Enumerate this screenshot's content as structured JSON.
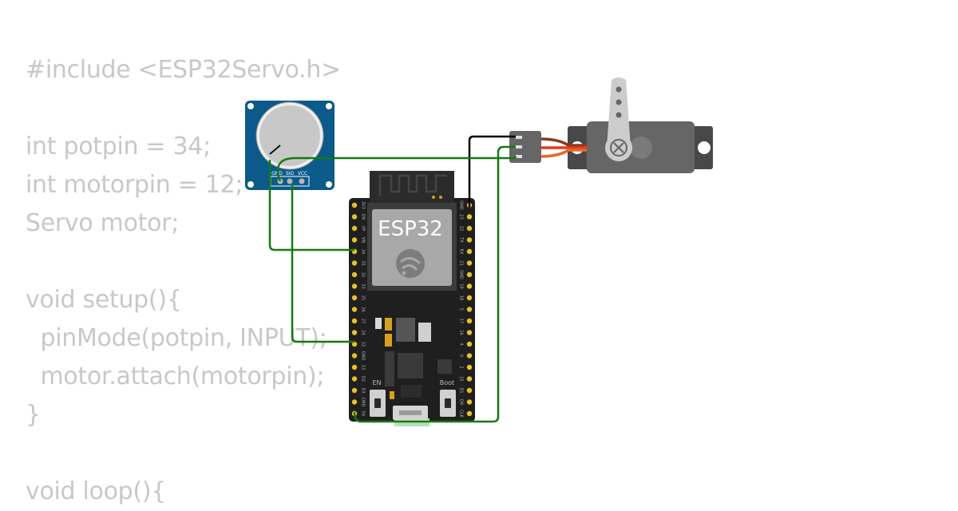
{
  "code": {
    "lines": [
      "#include <ESP32Servo.h>",
      "",
      "int potpin = 34;",
      "int motorpin = 12;",
      "Servo motor;",
      "",
      "void setup(){",
      "  pinMode(potpin, INPUT);",
      "  motor.attach(motorpin);",
      "}",
      "",
      "void loop(){"
    ]
  },
  "potentiometer": {
    "pin_labels": [
      "GND",
      "SIG",
      "VCC"
    ]
  },
  "esp32": {
    "label": "ESP32",
    "left_pins": [
      "3V3",
      "EN",
      "VP",
      "VN",
      "34",
      "35",
      "32",
      "33",
      "25",
      "26",
      "27",
      "14",
      "12",
      "GND",
      "13",
      "D2",
      "D3",
      "CMD",
      "5V"
    ],
    "right_pins": [
      "GND",
      "23",
      "22",
      "TX",
      "RX",
      "21",
      "GND",
      "19",
      "18",
      "5",
      "17",
      "16",
      "4",
      "0",
      "2",
      "15",
      "D1",
      "D0",
      "CLK"
    ],
    "buttons": [
      "EN",
      "Boot"
    ]
  },
  "colors": {
    "wire_signal": "#137a13",
    "wire_black": "#000000",
    "servo_orange": "#e8682a",
    "servo_brown": "#8b3a1a",
    "pot_board": "#0b5a8a",
    "esp_board": "#1f1f1f",
    "pin_gold": "#e6c229"
  }
}
